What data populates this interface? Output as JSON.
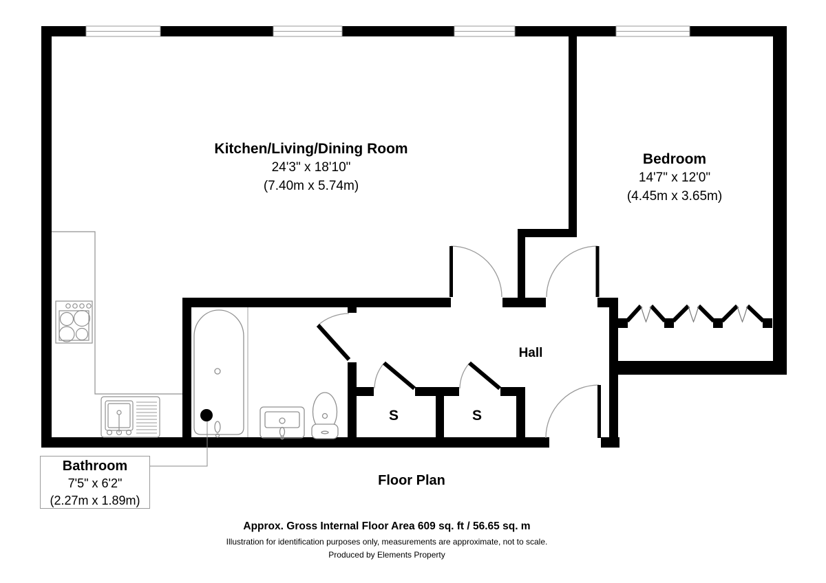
{
  "page": {
    "title": "Floor Plan"
  },
  "rooms": {
    "kld": {
      "name": "Kitchen/Living/Dining Room",
      "imperial": "24'3\" x 18'10\"",
      "metric": "(7.40m x 5.74m)"
    },
    "bedroom": {
      "name": "Bedroom",
      "imperial": "14'7\" x 12'0\"",
      "metric": "(4.45m x 3.65m)"
    },
    "bathroom": {
      "name": "Bathroom",
      "imperial": "7'5\" x 6'2\"",
      "metric": "(2.27m x 1.89m)"
    },
    "hall": {
      "name": "Hall"
    },
    "storage_1": {
      "label": "S"
    },
    "storage_2": {
      "label": "S"
    }
  },
  "footer": {
    "area_line": "Approx. Gross Internal Floor Area 609 sq. ft / 56.65 sq. m",
    "disclaimer_line": "Illustration for identification purposes only, measurements are approximate, not to scale.",
    "producer_line": "Produced by Elements Property"
  },
  "colors": {
    "wall": "#000000",
    "background": "#ffffff",
    "fixture_outline": "#909090",
    "window_frame": "#999999",
    "door_arc": "#999999"
  }
}
